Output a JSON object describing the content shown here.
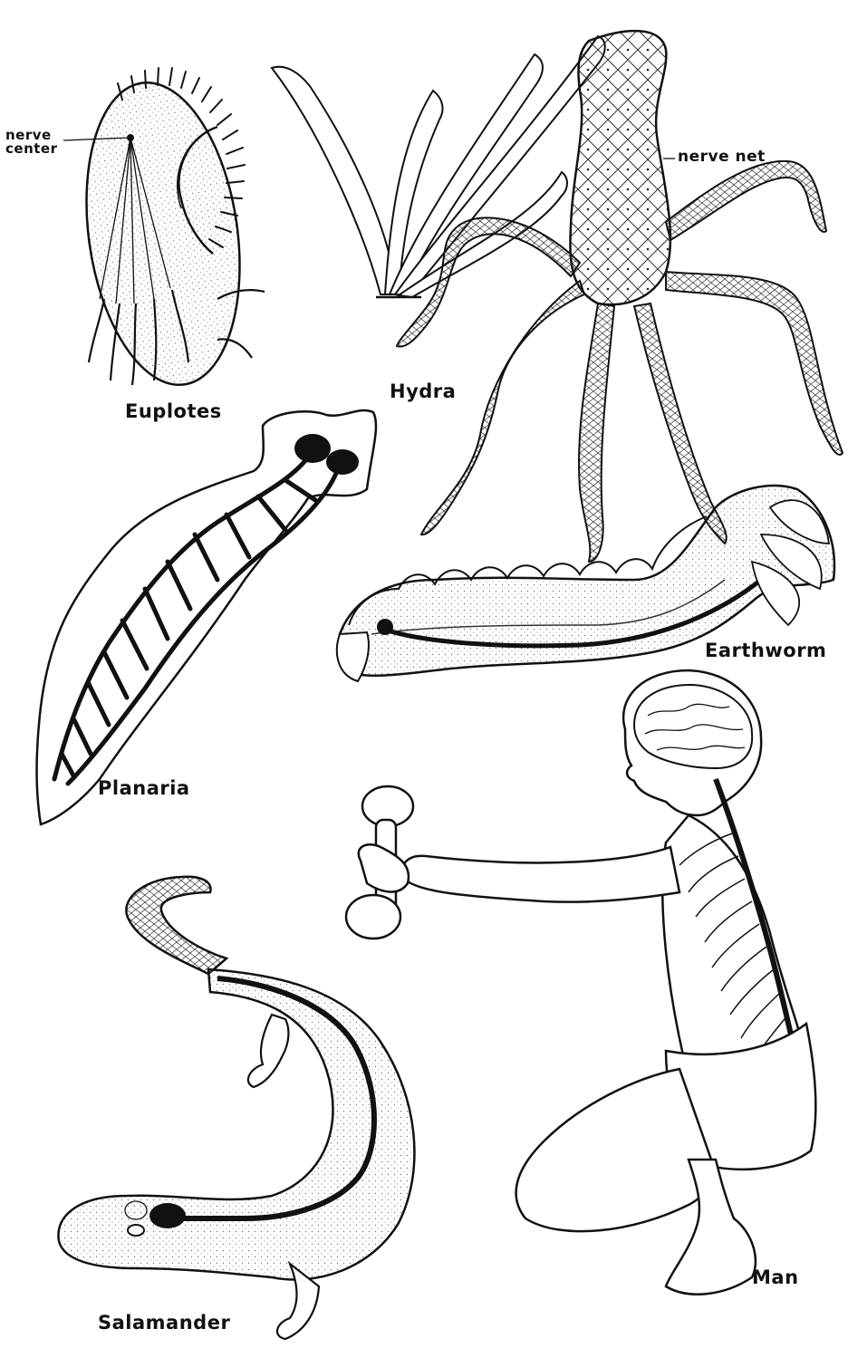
{
  "colors": {
    "ink": "#111111",
    "paper": "#ffffff",
    "stipple": "#777777"
  },
  "labels": {
    "nerve_center_line1": "nerve",
    "nerve_center_line2": "center",
    "nerve_net": "nerve net",
    "euplotes": "Euplotes",
    "hydra": "Hydra",
    "earthworm": "Earthworm",
    "planaria": "Planaria",
    "man": "Man",
    "salamander": "Salamander"
  }
}
